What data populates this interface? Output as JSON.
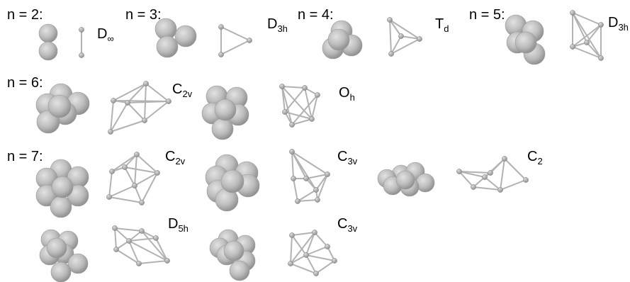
{
  "rows": [
    {
      "label": "n = 2:"
    },
    {
      "label": "n = 3:"
    },
    {
      "label": "n = 4:"
    },
    {
      "label": "n = 5:"
    },
    {
      "label": "n = 6:"
    },
    {
      "label": "n = 7:"
    }
  ],
  "symmetry": [
    {
      "base": "D",
      "sub": "∞"
    },
    {
      "base": "D",
      "sub": "3h"
    },
    {
      "base": "T",
      "sub": "d"
    },
    {
      "base": "D",
      "sub": "3h"
    },
    {
      "base": "C",
      "sub": "2v"
    },
    {
      "base": "O",
      "sub": "h"
    },
    {
      "base": "C",
      "sub": "2v"
    },
    {
      "base": "C",
      "sub": "3v"
    },
    {
      "base": "C",
      "sub": "2"
    },
    {
      "base": "D",
      "sub": "5h"
    },
    {
      "base": "C",
      "sub": "3v"
    }
  ]
}
